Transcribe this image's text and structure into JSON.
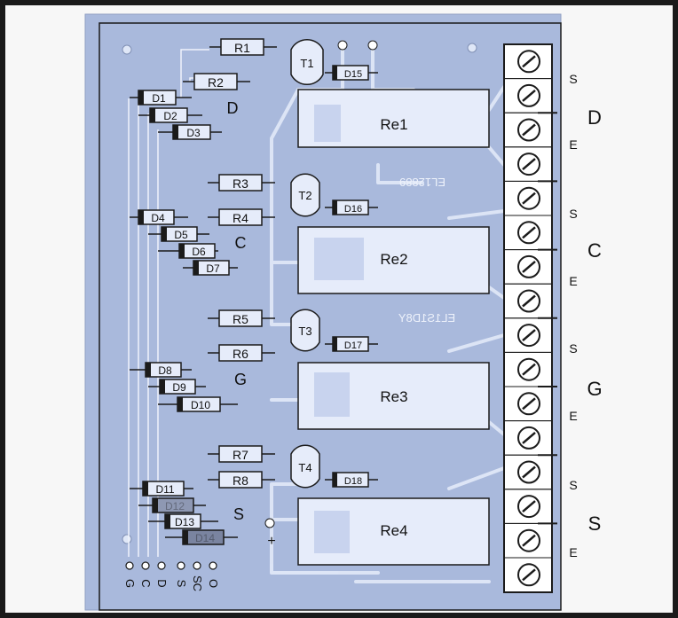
{
  "board": {
    "ref_top": "EL12889",
    "ref_mid": "EL1S1D8Y",
    "plus_sign": "+",
    "colors": {
      "board": "#a9b9dc",
      "trace": "#dfe7f7",
      "relay_face": "#e6ecfa",
      "outline": "#1b1b1b"
    }
  },
  "groups": [
    {
      "letter": "D",
      "resistors": [
        "R1",
        "R2"
      ],
      "diodes": [
        "D1",
        "D2",
        "D3"
      ],
      "transistor": "T1",
      "flyback": "D15",
      "relay": "Re1"
    },
    {
      "letter": "C",
      "resistors": [
        "R3",
        "R4"
      ],
      "diodes": [
        "D4",
        "D5",
        "D6",
        "D7"
      ],
      "transistor": "T2",
      "flyback": "D16",
      "relay": "Re2"
    },
    {
      "letter": "G",
      "resistors": [
        "R5",
        "R6"
      ],
      "diodes": [
        "D8",
        "D9",
        "D10"
      ],
      "transistor": "T3",
      "flyback": "D17",
      "relay": "Re3"
    },
    {
      "letter": "S",
      "resistors": [
        "R7",
        "R8"
      ],
      "diodes": [
        "D11",
        "D12",
        "D13",
        "D14"
      ],
      "transistor": "T4",
      "flyback": "D18",
      "relay": "Re4"
    }
  ],
  "terminal_labels": [
    "S",
    "E",
    "S",
    "E",
    "S",
    "E",
    "S",
    "E"
  ],
  "group_side_labels": [
    "D",
    "C",
    "G",
    "S"
  ],
  "bottom_pins": [
    "G",
    "C",
    "D",
    "S",
    "SC",
    "O"
  ]
}
